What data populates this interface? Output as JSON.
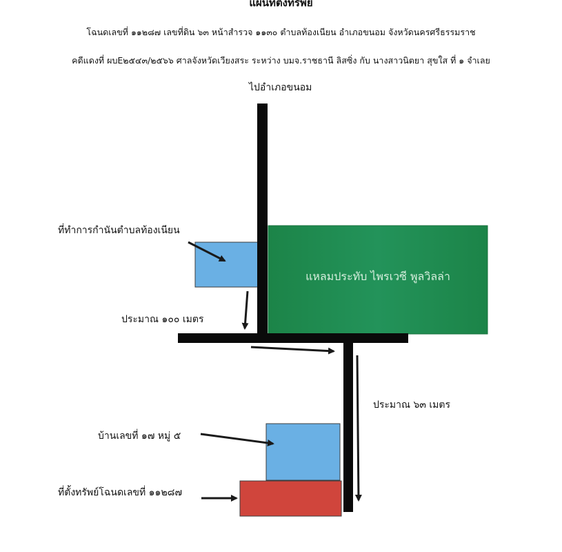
{
  "header": {
    "title": "แผนที่ตั้งทรัพย์",
    "deed_line": "โฉนดเลขที่  ๑๑๒๘๗ เลขที่ดิน ๖๓ หน้าสำรวจ ๑๑๓๐ ตำบลท้องเนียน  อำเภอขนอม  จังหวัดนครศรีธรรมราช",
    "case_line": "คดีแดงที่ ผบE๒๕๔๓/๒๕๖๖ ศาลจังหวัดเวียงสระ ระหว่าง บมจ.ราชธานี ลิสซิ่ง กับ นางสาวนิตยา  สุขใส ที่ ๑ จำเลย"
  },
  "map": {
    "road_label": "ไปอำเภอขนอม",
    "office_label": "ที่ทำการกำนันตำบลท้องเนียน",
    "villa_label": "แหลมประทับ ไพรเวซี พูลวิลล่า",
    "distance_1": "ประมาณ ๑๐๐ เมตร",
    "distance_2": "ประมาณ ๖๓ เมตร",
    "house_label": "บ้านเลขที่ ๑๗ หมู่ ๕",
    "property_label": "ที่ตั้งทรัพย์โฉนดเลขที่ ๑๑๒๘๗"
  },
  "colors": {
    "road": "#0a0a0a",
    "villa": "#1f8a4c",
    "office": "#6ab0e4",
    "house": "#6ab0e4",
    "property": "#d0453c"
  }
}
